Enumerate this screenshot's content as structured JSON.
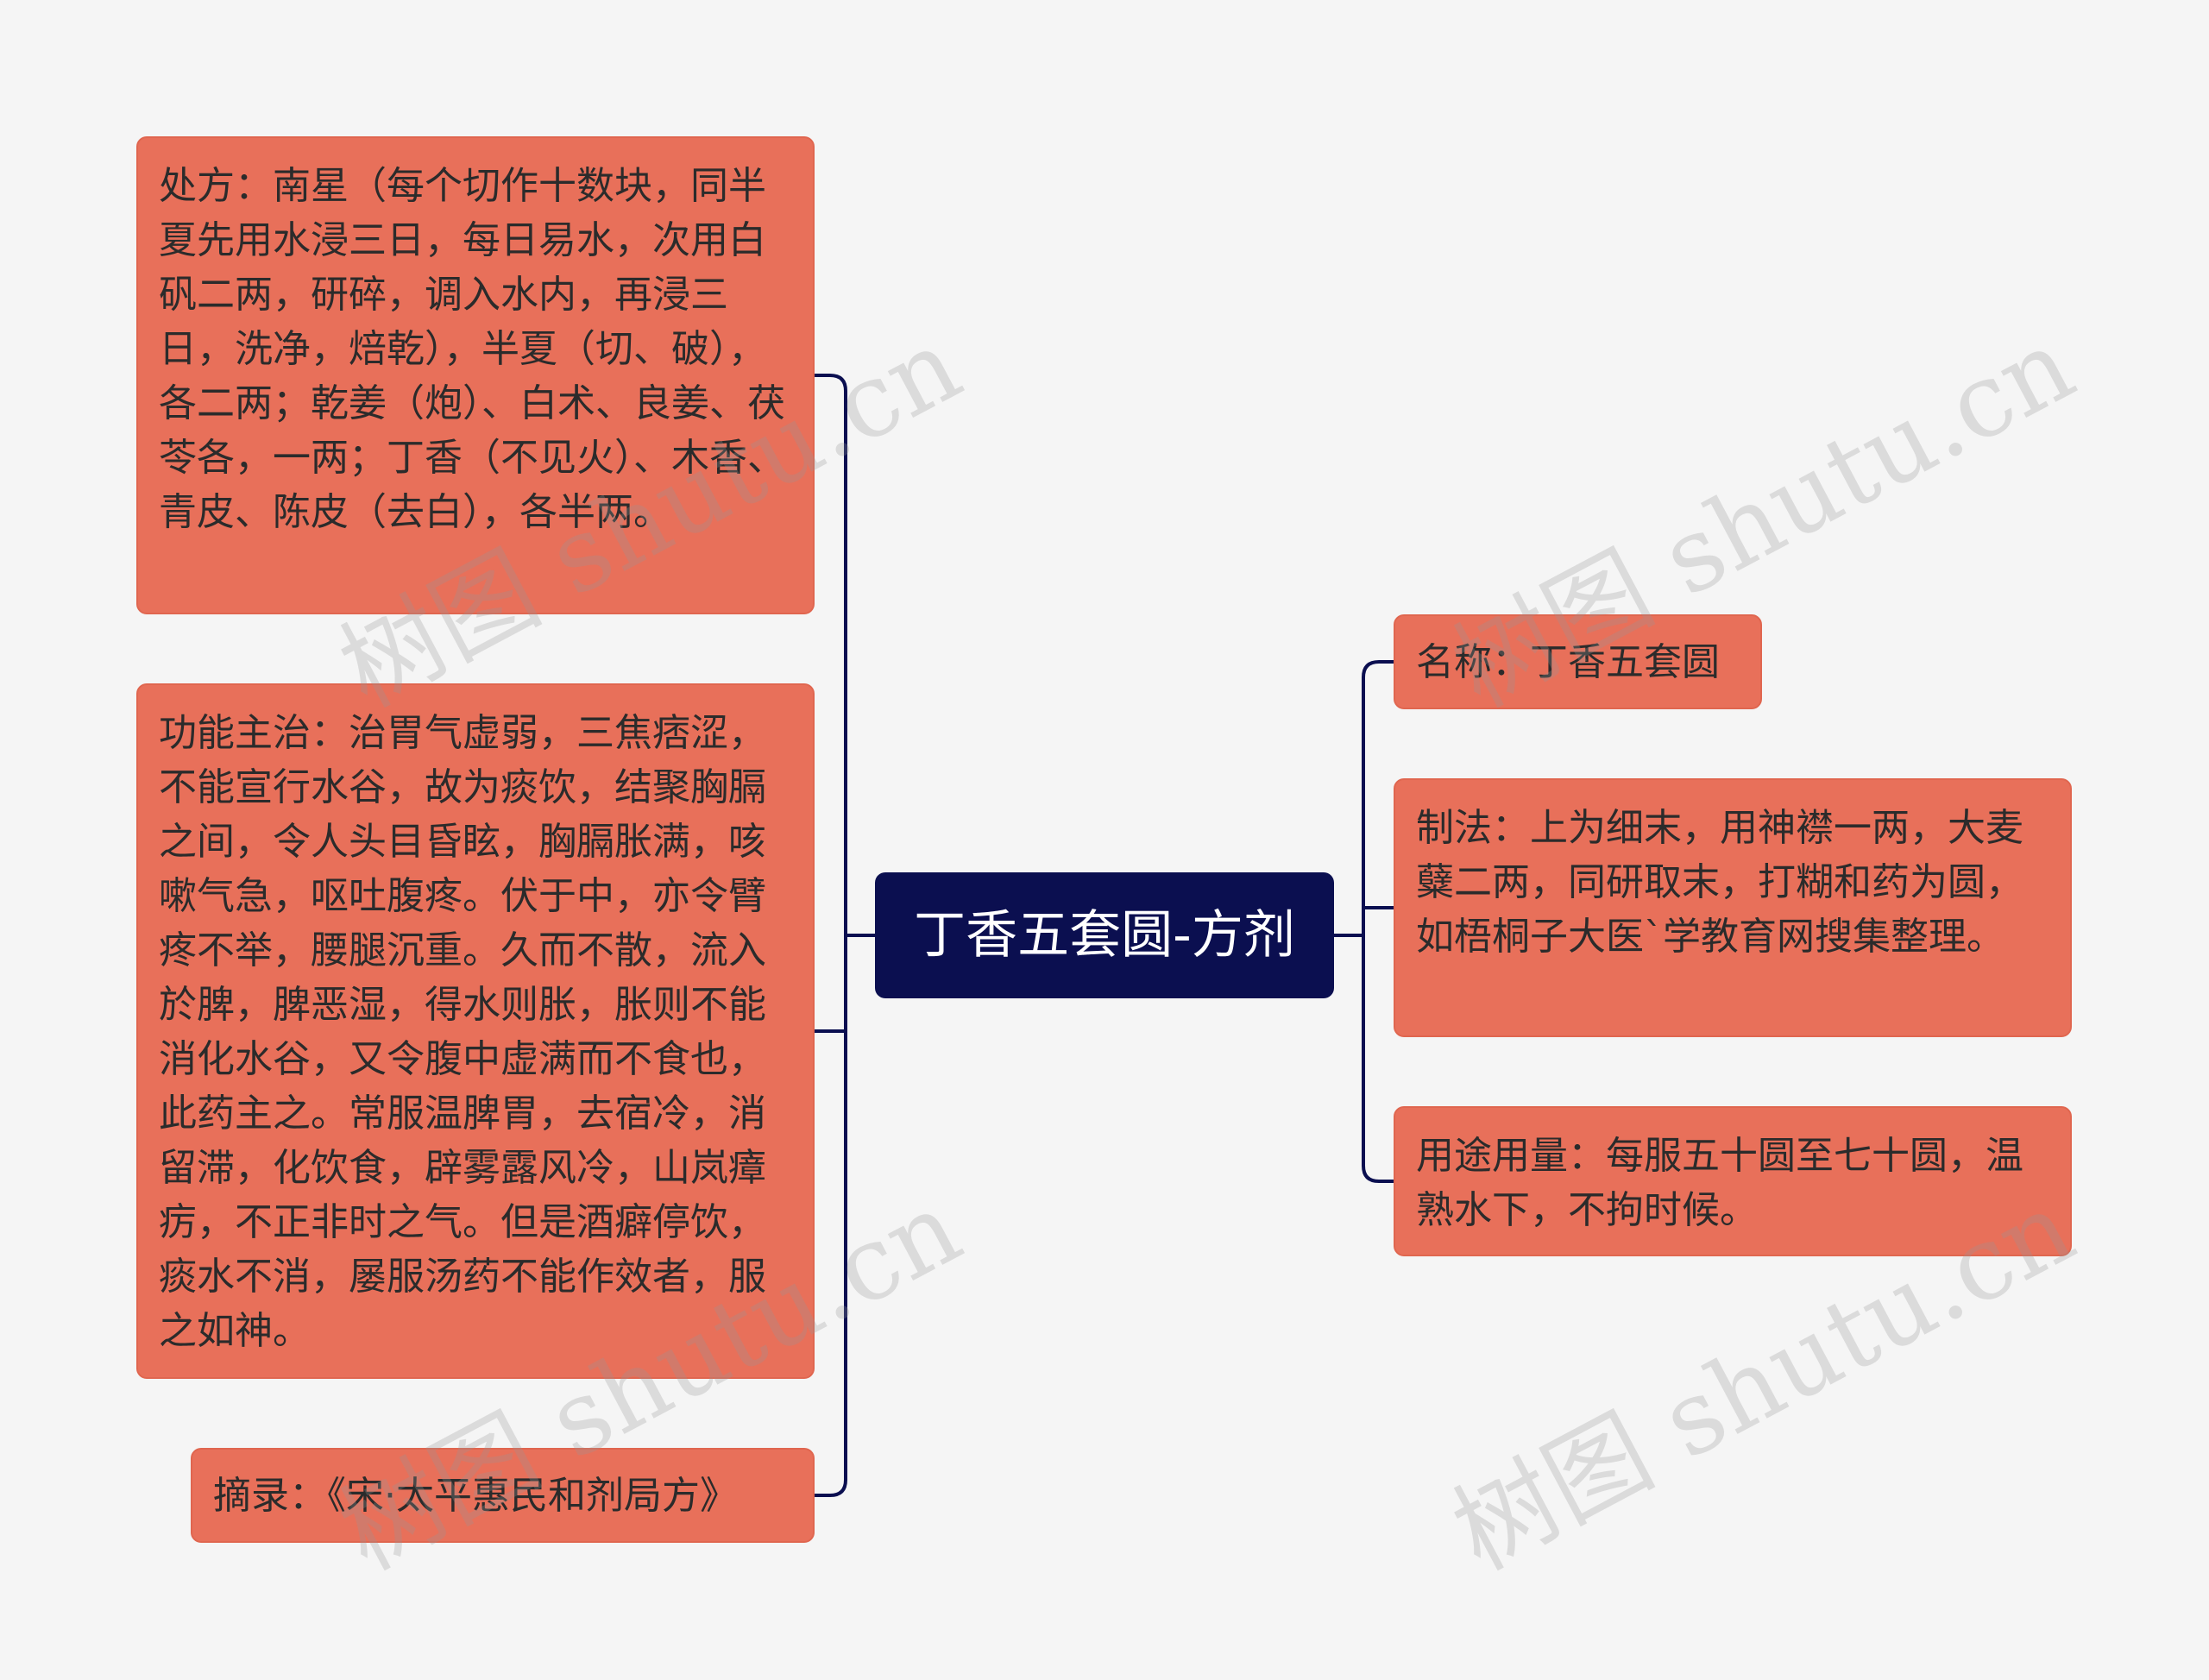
{
  "root": {
    "title": "丁香五套圆-方剂"
  },
  "left_branches": [
    {
      "text": "处方：南星（每个切作十数块，同半夏先用水浸三日，每日易水，次用白矾二两，研碎，调入水内，再浸三日，洗净，焙乾），半夏（切、破），各二两；乾姜（炮）、白术、良姜、茯苓各，一两；丁香（不见火）、木香、青皮、陈皮（去白），各半两。"
    },
    {
      "text": "功能主治：治胃气虚弱，三焦痞涩，不能宣行水谷，故为痰饮，结聚胸膈之间，令人头目昏眩，胸膈胀满，咳嗽气急，呕吐腹疼。伏于中，亦令臂疼不举，腰腿沉重。久而不散，流入於脾，脾恶湿，得水则胀，胀则不能消化水谷，又令腹中虚满而不食也，此药主之。常服温脾胃，去宿冷，消留滞，化饮食，辟雾露风冷，山岚瘴疠，不正非时之气。但是酒癖停饮，痰水不消，屡服汤药不能作效者，服之如神。"
    },
    {
      "text": "摘录：《宋·太平惠民和剂局方》"
    }
  ],
  "right_branches": [
    {
      "text": "名称：丁香五套圆"
    },
    {
      "text": "制法：上为细末，用神襟一两，大麦糵二两，同研取末，打糊和药为圆，如梧桐子大医`学教育网搜集整理。"
    },
    {
      "text": "用途用量：每服五十圆至七十圆，温熟水下，不拘时候。"
    }
  ],
  "watermark": "树图 shutu.cn",
  "colors": {
    "background": "#f5f5f5",
    "root_fill": "#0b0f50",
    "node_fill": "#e8705a",
    "connector": "#0b0f50"
  }
}
